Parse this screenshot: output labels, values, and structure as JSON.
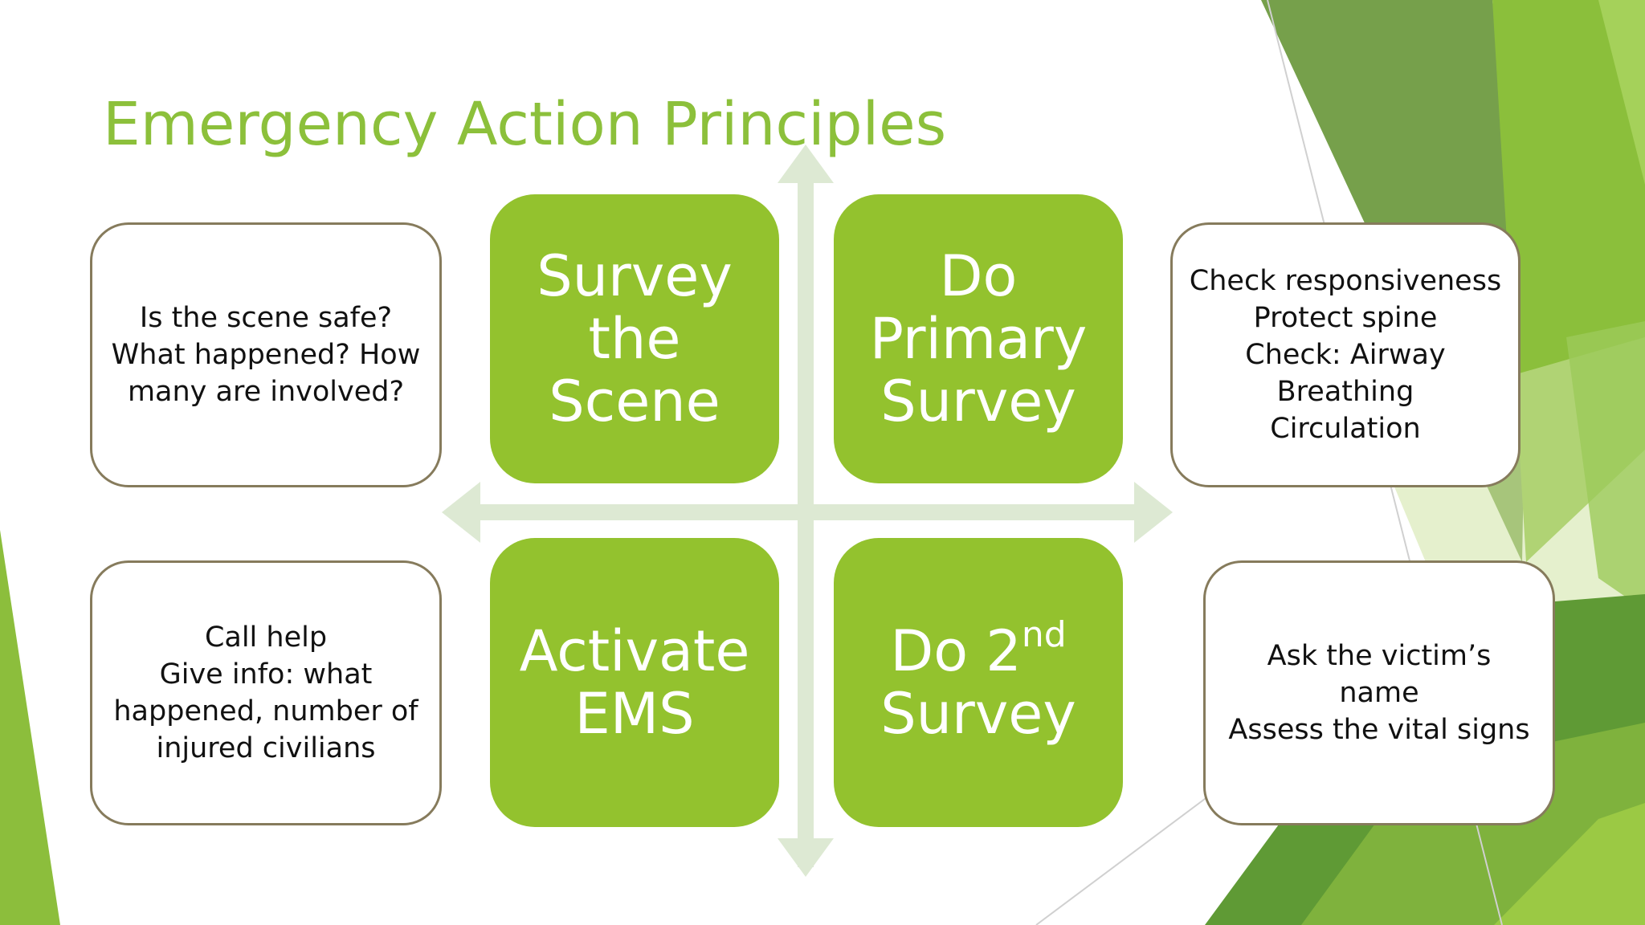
{
  "slide": {
    "title": "Emergency Action Principles",
    "colors": {
      "accent": "#93c22e",
      "title": "#8cc03b",
      "box_border": "#867b5c",
      "arrow": "#dde9d3"
    },
    "tiles": [
      {
        "id": "survey-scene",
        "lines": [
          "Survey",
          "the",
          "Scene"
        ]
      },
      {
        "id": "primary-survey",
        "lines": [
          "Do",
          "Primary",
          "Survey"
        ]
      },
      {
        "id": "activate-ems",
        "lines": [
          "Activate",
          "EMS"
        ]
      },
      {
        "id": "second-survey",
        "line1_prefix": "Do 2",
        "line1_sup": "nd",
        "line2": "Survey"
      }
    ],
    "notes": {
      "top_left": [
        "Is the scene safe?",
        "What happened? How",
        "many are involved?"
      ],
      "top_right": [
        "Check responsiveness",
        "Protect spine",
        "Check: Airway",
        "Breathing",
        "Circulation"
      ],
      "bottom_left": [
        "Call help",
        "Give info: what",
        "happened, number of",
        "injured civilians"
      ],
      "bottom_right": [
        "Ask the victim’s",
        "name",
        "Assess the vital signs"
      ]
    }
  }
}
